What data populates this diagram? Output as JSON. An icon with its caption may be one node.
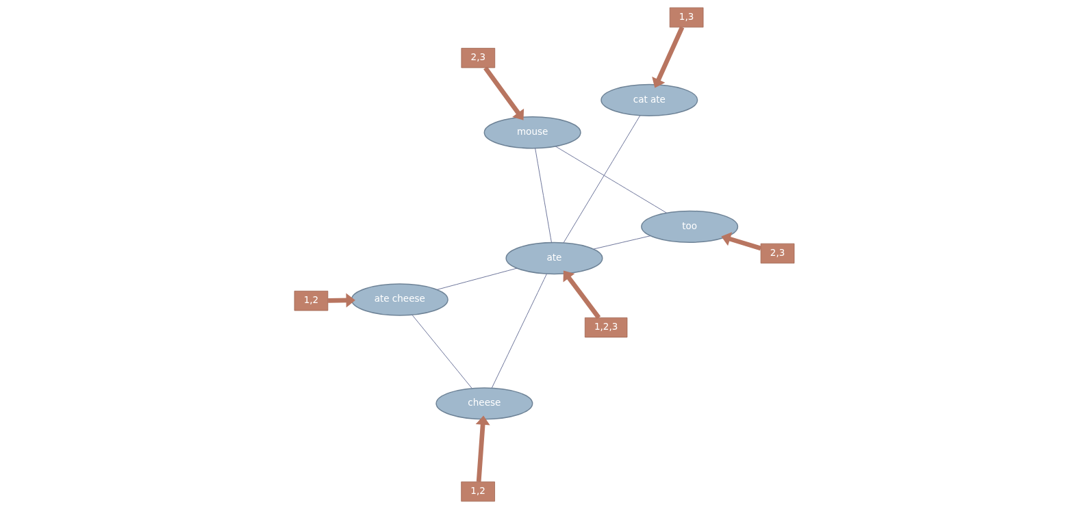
{
  "diagram": {
    "nodes": [
      {
        "text": [
          "1,3"
        ]
      },
      {
        "text": [
          "cat ate"
        ]
      },
      {
        "text": [
          "1,2"
        ]
      },
      {
        "text": [
          "2,3"
        ]
      },
      {
        "text": [
          "cheese"
        ]
      },
      {
        "text": [
          "mouse"
        ]
      },
      {
        "text": [
          "ate"
        ]
      },
      {
        "text": [
          "1,2,3"
        ]
      },
      {
        "text": [
          "2,3"
        ]
      },
      {
        "text": [
          "too"
        ]
      },
      {
        "text": [
          "ate cheese"
        ]
      },
      {
        "text": [
          "1,2"
        ]
      }
    ],
    "edges": [
      {
        "from": 5,
        "to": 6,
        "arrow": "none"
      },
      {
        "from": 1,
        "to": 6,
        "arrow": "none"
      },
      {
        "from": 4,
        "to": 6,
        "arrow": "none"
      },
      {
        "from": 9,
        "to": 6,
        "arrow": "none"
      },
      {
        "from": 10,
        "to": 6,
        "arrow": "none"
      },
      {
        "from": 5,
        "to": 9,
        "arrow": "none"
      },
      {
        "from": 4,
        "to": 10,
        "arrow": "none"
      },
      {
        "from": 0,
        "to": 1,
        "arrow": "to",
        "style": "thick",
        "color": "#b87560"
      },
      {
        "from": 2,
        "to": 4,
        "arrow": "to",
        "style": "thick",
        "color": "#b87560"
      },
      {
        "from": 3,
        "to": 5,
        "arrow": "to",
        "style": "thick",
        "color": "#b87560"
      },
      {
        "from": 7,
        "to": 6,
        "arrow": "to",
        "style": "thick",
        "color": "#b87560"
      },
      {
        "from": 8,
        "to": 9,
        "arrow": "to",
        "style": "thick",
        "color": "#b87560"
      },
      {
        "from": 11,
        "to": 10,
        "arrow": "to",
        "style": "thick",
        "color": "#b87560"
      }
    ]
  }
}
